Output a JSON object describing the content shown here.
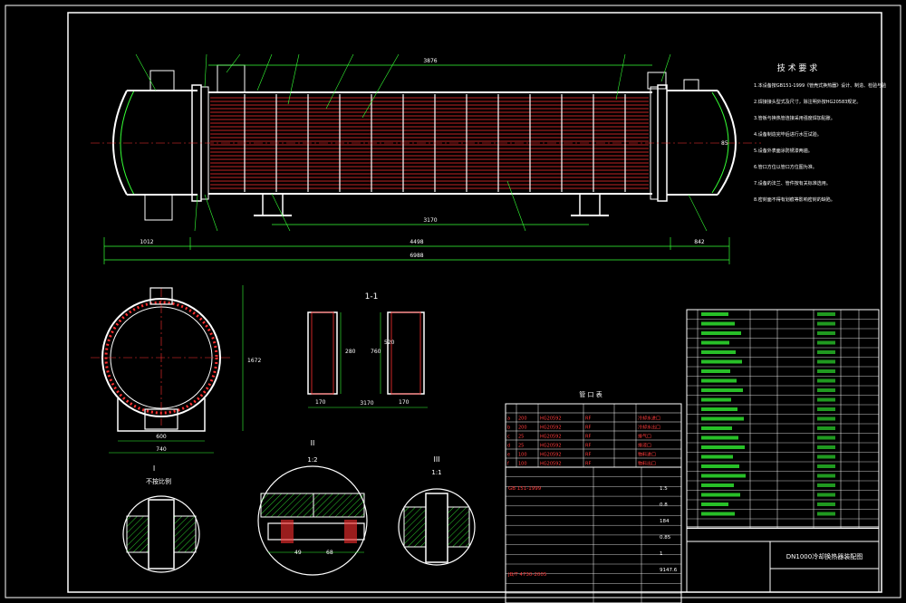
{
  "drawing": {
    "title_block_name": "DN1000冷却换热器装配图",
    "tech_requirements": {
      "title": "技 术 要 求",
      "items": [
        "1.本设备按GB151-1999《管壳式换热器》设计、制造、检验与验收。",
        "2.焊接接头型式及尺寸，除注明外按HG20583规定。",
        "3.管板与换热管连接采用强度焊加贴胀。",
        "4.设备制造完毕后进行水压试验。",
        "5.设备外表面涂防锈漆两遍。",
        "6.管口方位以管口方位图为准。",
        "7.设备的法兰、管件按有关标准选用。",
        "8.密封面不得有划痕等影响密封的缺陷。"
      ]
    },
    "dimensions": {
      "top_span": "3876",
      "support_spacing": "3170",
      "overall_shell": "4498",
      "overall_length": "6988",
      "left_head": "1012",
      "right_head": "842",
      "section_width": "1672",
      "section_base_a": "600",
      "section_base_b": "740",
      "saddle_spacing": "3170",
      "saddle_h1": "280",
      "saddle_h2": "760",
      "saddle_h3": "520",
      "saddle_w1": "170",
      "saddle_w2": "170",
      "detail_a": "49",
      "detail_b": "68",
      "shell_label": "85"
    },
    "views": {
      "section_label": "1-1",
      "detail_I": "I",
      "detail_I_note": "不按比例",
      "detail_II": "II",
      "detail_II_scale": "1:2",
      "detail_III": "III",
      "detail_III_scale": "1:1"
    },
    "nozzle_table_title": "管 口 表",
    "nozzle_rows": [
      {
        "id": "a",
        "dn": "200",
        "std": "HG20592",
        "face": "RF",
        "use": "冷却水进口"
      },
      {
        "id": "b",
        "dn": "200",
        "std": "HG20592",
        "face": "RF",
        "use": "冷却水出口"
      },
      {
        "id": "c",
        "dn": "25",
        "std": "HG20592",
        "face": "RF",
        "use": "排气口"
      },
      {
        "id": "d",
        "dn": "25",
        "std": "HG20592",
        "face": "RF",
        "use": "排液口"
      },
      {
        "id": "e",
        "dn": "100",
        "std": "HG20592",
        "face": "RF",
        "use": "物料进口"
      },
      {
        "id": "f",
        "dn": "100",
        "std": "HG20592",
        "face": "RF",
        "use": "物料出口"
      }
    ],
    "design_data": {
      "std_ref": "GB 151-1999",
      "std_ref_2": "JB/T 4730-2005",
      "values": [
        "1.5",
        "0.8",
        "184",
        "0.85",
        "1",
        "9147.6"
      ]
    }
  }
}
